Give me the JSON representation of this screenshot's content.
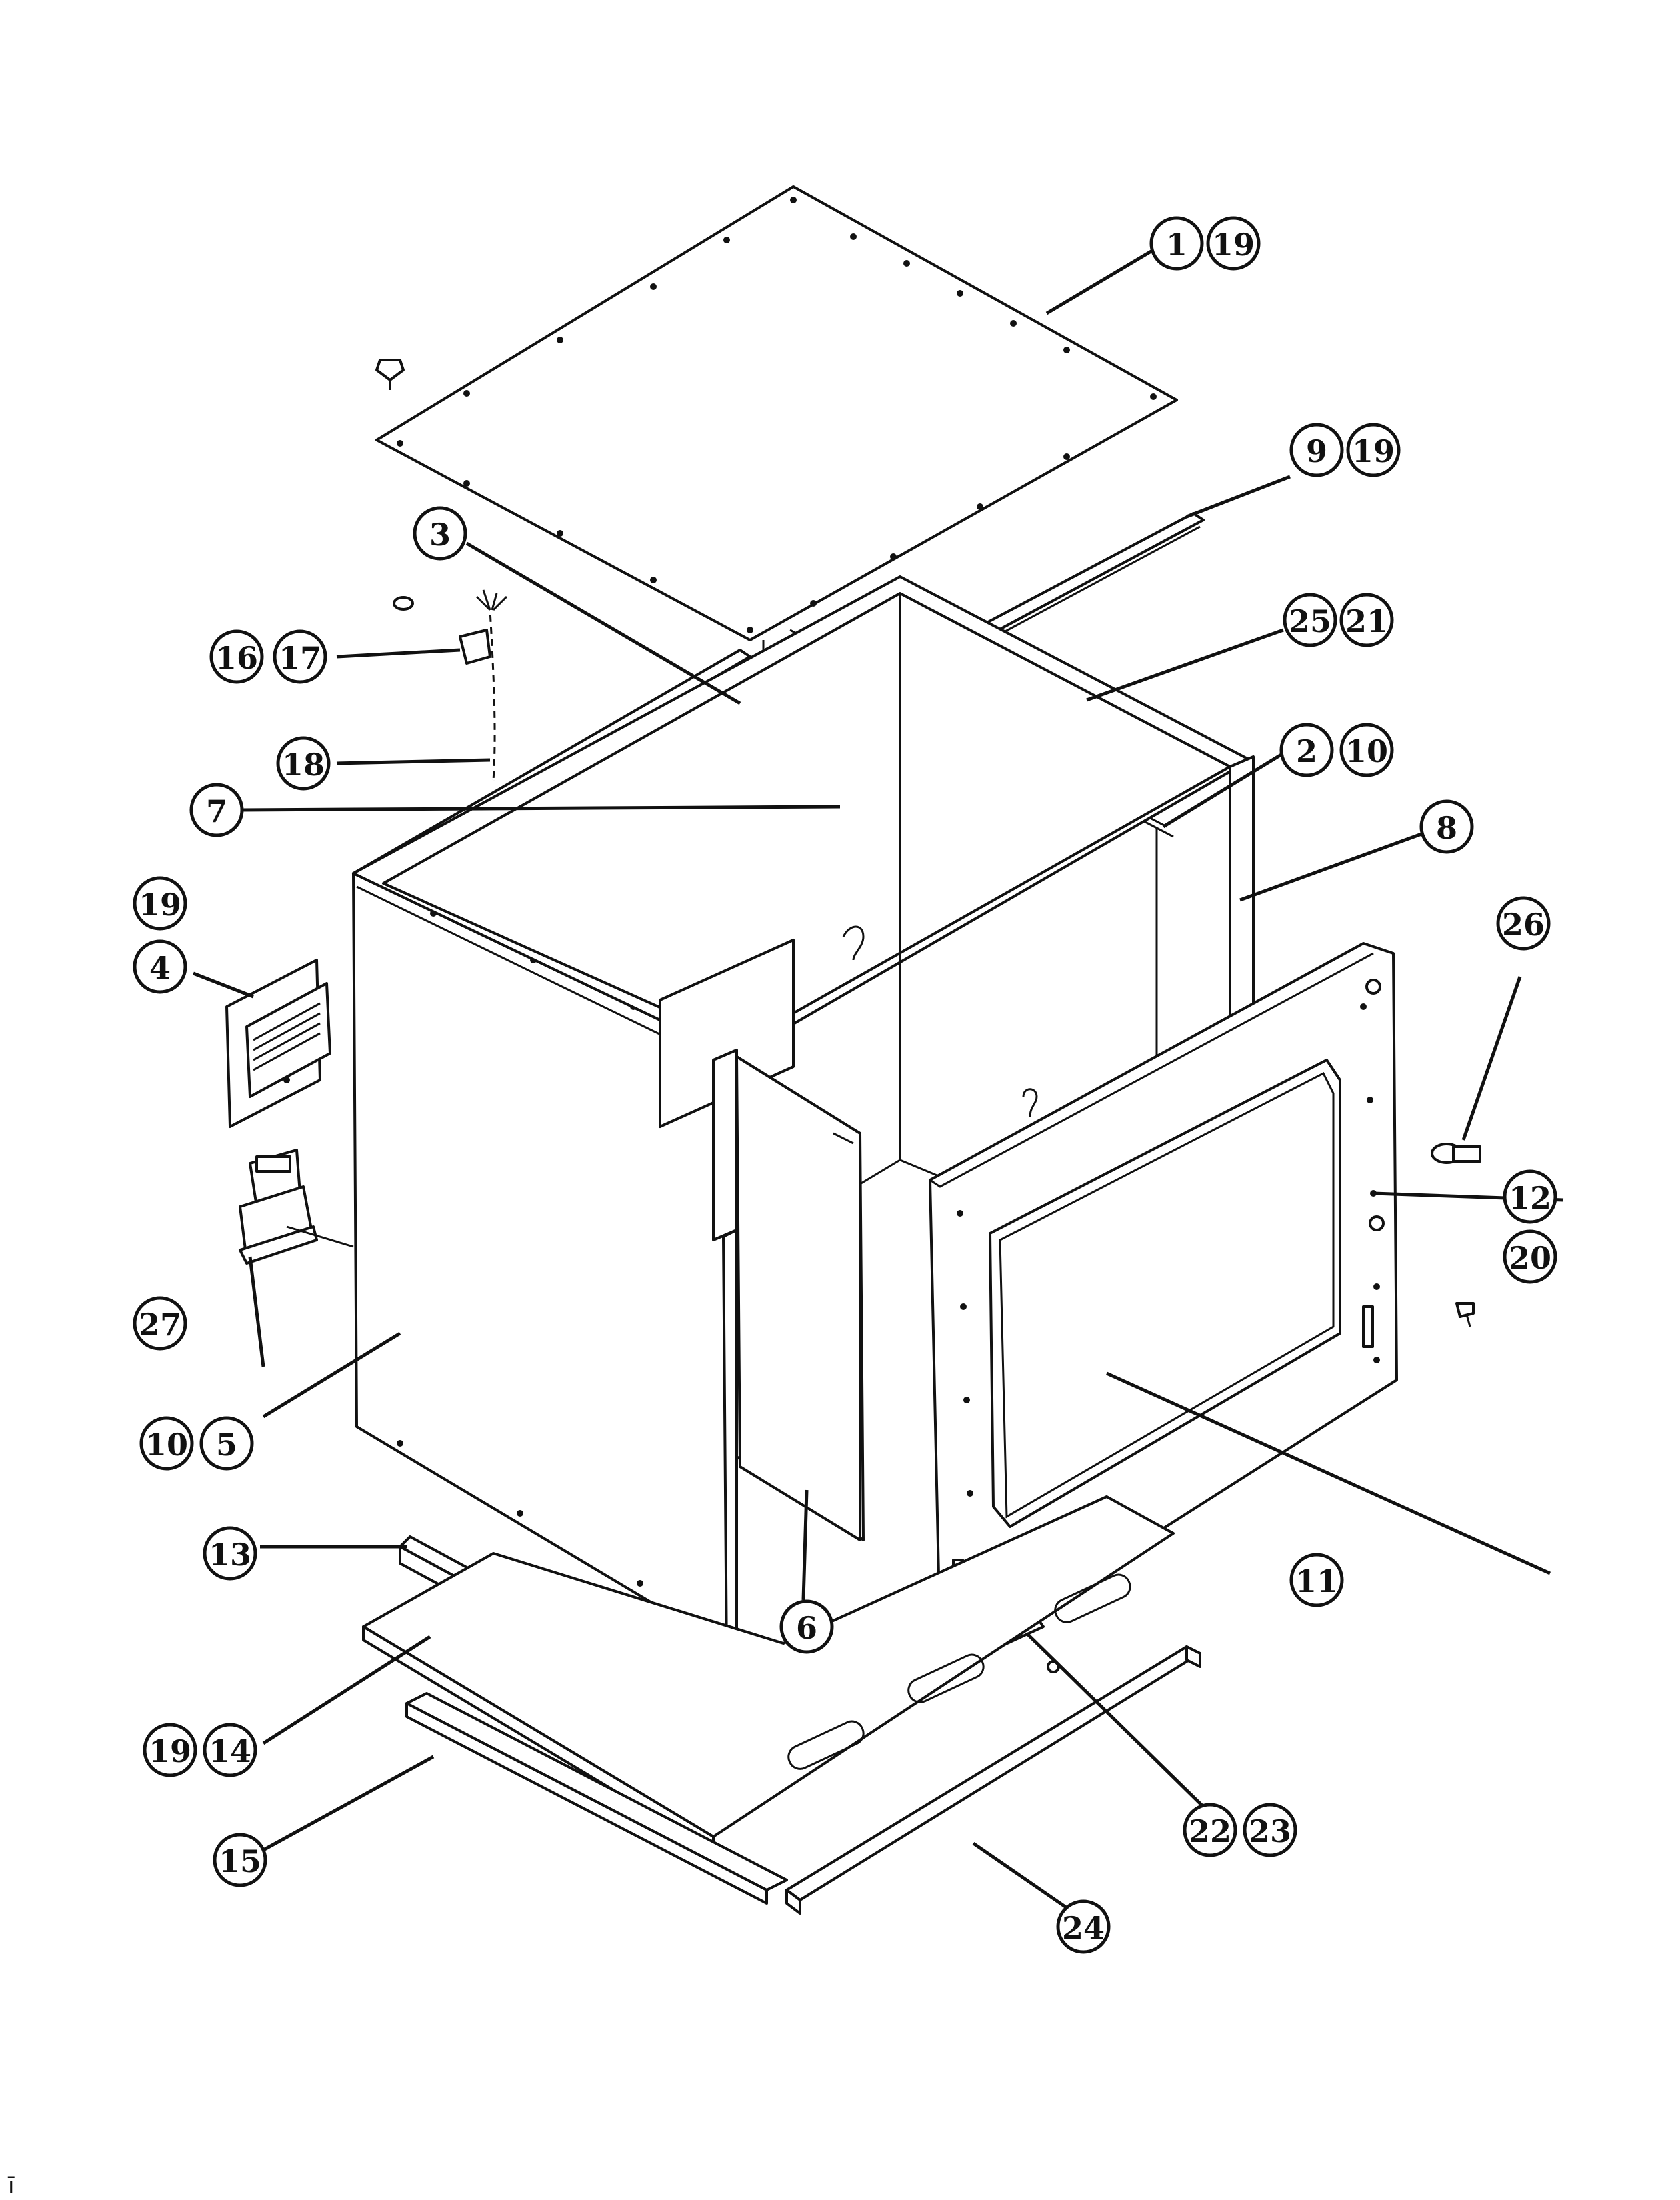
{
  "diagram": {
    "callouts": [
      {
        "id": "c1",
        "label": "1"
      },
      {
        "id": "c1b",
        "label": "19"
      },
      {
        "id": "c9",
        "label": "9"
      },
      {
        "id": "c9b",
        "label": "19"
      },
      {
        "id": "c3",
        "label": "3"
      },
      {
        "id": "c25",
        "label": "25"
      },
      {
        "id": "c21",
        "label": "21"
      },
      {
        "id": "c16",
        "label": "16"
      },
      {
        "id": "c17",
        "label": "17"
      },
      {
        "id": "c18",
        "label": "18"
      },
      {
        "id": "c2",
        "label": "2"
      },
      {
        "id": "c10a",
        "label": "10"
      },
      {
        "id": "c7",
        "label": "7"
      },
      {
        "id": "c8",
        "label": "8"
      },
      {
        "id": "c19a",
        "label": "19"
      },
      {
        "id": "c4",
        "label": "4"
      },
      {
        "id": "c26",
        "label": "26"
      },
      {
        "id": "c12",
        "label": "12"
      },
      {
        "id": "c20",
        "label": "20"
      },
      {
        "id": "c27",
        "label": "27"
      },
      {
        "id": "c10b",
        "label": "10"
      },
      {
        "id": "c5",
        "label": "5"
      },
      {
        "id": "c11",
        "label": "11"
      },
      {
        "id": "c13",
        "label": "13"
      },
      {
        "id": "c6",
        "label": "6"
      },
      {
        "id": "c19c",
        "label": "19"
      },
      {
        "id": "c14",
        "label": "14"
      },
      {
        "id": "c22",
        "label": "22"
      },
      {
        "id": "c23",
        "label": "23"
      },
      {
        "id": "c15",
        "label": "15"
      },
      {
        "id": "c24",
        "label": "24"
      }
    ],
    "corner_mark": "ī"
  }
}
